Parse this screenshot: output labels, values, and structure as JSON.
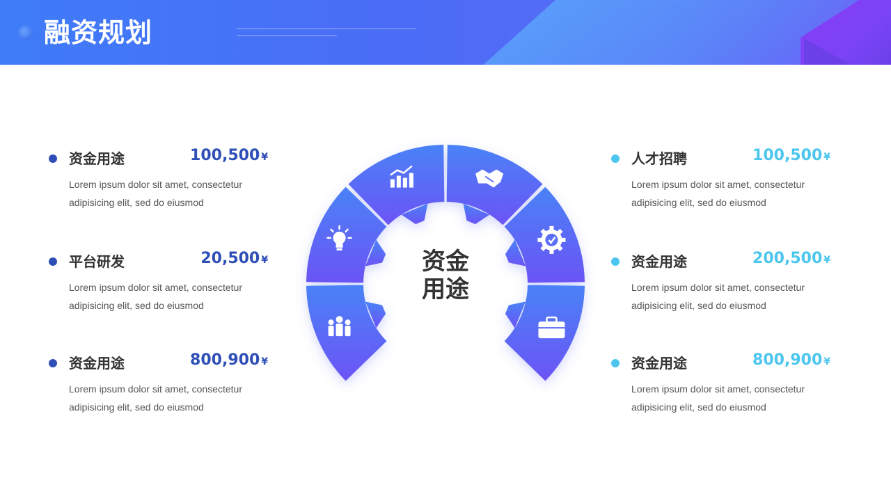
{
  "header": {
    "title": "融资规划"
  },
  "center": {
    "line1": "资金",
    "line2": "用途"
  },
  "left_items": [
    {
      "label": "资金用途",
      "amount": "100,500",
      "currency": "¥",
      "desc": "Lorem ipsum dolor sit amet, consectetur adipisicing elit, sed do eiusmod"
    },
    {
      "label": "平台研发",
      "amount": "20,500",
      "currency": "¥",
      "desc": "Lorem ipsum dolor sit amet, consectetur adipisicing elit, sed do eiusmod"
    },
    {
      "label": "资金用途",
      "amount": "800,900",
      "currency": "¥",
      "desc": "Lorem ipsum dolor sit amet, consectetur adipisicing elit, sed do eiusmod"
    }
  ],
  "right_items": [
    {
      "label": "人才招聘",
      "amount": "100,500",
      "currency": "¥",
      "desc": "Lorem ipsum dolor sit amet, consectetur adipisicing elit, sed do eiusmod"
    },
    {
      "label": "资金用途",
      "amount": "200,500",
      "currency": "¥",
      "desc": "Lorem ipsum dolor sit amet, consectetur adipisicing elit, sed do eiusmod"
    },
    {
      "label": "资金用途",
      "amount": "800,900",
      "currency": "¥",
      "desc": "Lorem ipsum dolor sit amet, consectetur adipisicing elit, sed do eiusmod"
    }
  ],
  "segments": [
    {
      "icon": "team-icon"
    },
    {
      "icon": "lightbulb-icon"
    },
    {
      "icon": "bar-chart-icon"
    },
    {
      "icon": "handshake-icon"
    },
    {
      "icon": "gear-check-icon"
    },
    {
      "icon": "briefcase-icon"
    }
  ],
  "colors": {
    "header_start": "#3f7cf8",
    "header_end": "#6a5cf5",
    "left_accent": "#2f4fb8",
    "right_accent": "#4cc6ee",
    "wheel_top": "#4d7cf7",
    "wheel_bottom": "#6b54f5"
  }
}
